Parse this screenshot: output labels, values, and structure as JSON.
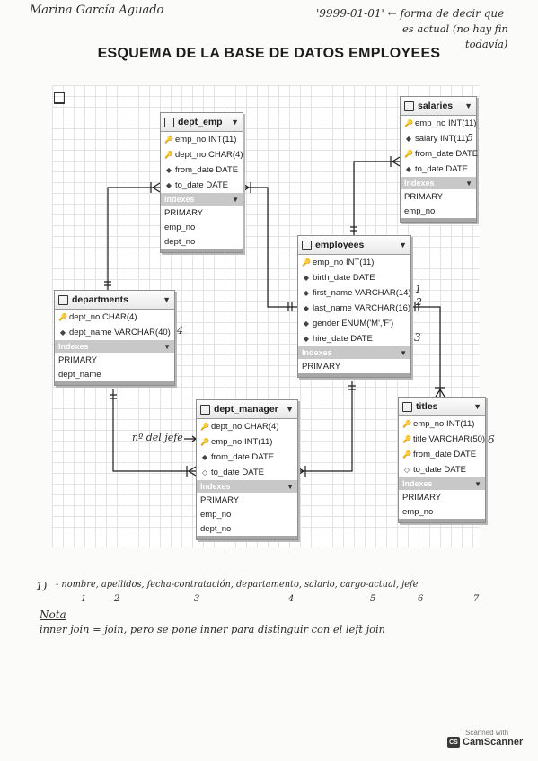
{
  "header": {
    "author": "Marina García Aguado",
    "date_note": "'9999-01-01' ← forma de decir que",
    "date_note_2": "es actual (no hay fin",
    "date_note_3": "todavía)"
  },
  "diagram": {
    "title": "ESQUEMA DE LA BASE DE DATOS EMPLOYEES",
    "indexes_label": "Indexes",
    "tables": {
      "dept_emp": {
        "name": "dept_emp",
        "columns": [
          {
            "icon": "key-icon",
            "glyph": "🔑",
            "text": "emp_no INT(11)"
          },
          {
            "icon": "key-icon",
            "glyph": "🔑",
            "text": "dept_no CHAR(4)"
          },
          {
            "icon": "diamond-icon",
            "glyph": "◆",
            "text": "from_date DATE"
          },
          {
            "icon": "diamond-icon",
            "glyph": "◆",
            "text": "to_date DATE"
          }
        ],
        "indexes": [
          "PRIMARY",
          "emp_no",
          "dept_no"
        ]
      },
      "salaries": {
        "name": "salaries",
        "columns": [
          {
            "icon": "key-icon",
            "glyph": "🔑",
            "text": "emp_no INT(11)"
          },
          {
            "icon": "diamond-icon",
            "glyph": "◆",
            "text": "salary INT(11)"
          },
          {
            "icon": "key-icon",
            "glyph": "🔑",
            "text": "from_date DATE"
          },
          {
            "icon": "diamond-icon",
            "glyph": "◆",
            "text": "to_date DATE"
          }
        ],
        "indexes": [
          "PRIMARY",
          "emp_no"
        ]
      },
      "employees": {
        "name": "employees",
        "columns": [
          {
            "icon": "key-icon",
            "glyph": "🔑",
            "text": "emp_no INT(11)"
          },
          {
            "icon": "diamond-icon",
            "glyph": "◆",
            "text": "birth_date DATE"
          },
          {
            "icon": "diamond-icon",
            "glyph": "◆",
            "text": "first_name VARCHAR(14)"
          },
          {
            "icon": "diamond-icon",
            "glyph": "◆",
            "text": "last_name VARCHAR(16)"
          },
          {
            "icon": "diamond-icon",
            "glyph": "◆",
            "text": "gender ENUM('M','F')"
          },
          {
            "icon": "diamond-icon",
            "glyph": "◆",
            "text": "hire_date DATE"
          }
        ],
        "indexes": [
          "PRIMARY"
        ]
      },
      "departments": {
        "name": "departments",
        "columns": [
          {
            "icon": "key-icon",
            "glyph": "🔑",
            "text": "dept_no CHAR(4)"
          },
          {
            "icon": "diamond-icon",
            "glyph": "◆",
            "text": "dept_name VARCHAR(40)"
          }
        ],
        "indexes": [
          "PRIMARY",
          "dept_name"
        ]
      },
      "dept_manager": {
        "name": "dept_manager",
        "columns": [
          {
            "icon": "key-icon",
            "glyph": "🔑",
            "text": "dept_no CHAR(4)"
          },
          {
            "icon": "key-icon",
            "glyph": "🔑",
            "text": "emp_no INT(11)"
          },
          {
            "icon": "diamond-icon",
            "glyph": "◆",
            "text": "from_date DATE"
          },
          {
            "icon": "diamond-outline-icon",
            "glyph": "◇",
            "text": "to_date DATE"
          }
        ],
        "indexes": [
          "PRIMARY",
          "emp_no",
          "dept_no"
        ]
      },
      "titles": {
        "name": "titles",
        "columns": [
          {
            "icon": "key-icon",
            "glyph": "🔑",
            "text": "emp_no INT(11)"
          },
          {
            "icon": "key-icon",
            "glyph": "🔑",
            "text": "title VARCHAR(50)"
          },
          {
            "icon": "key-icon",
            "glyph": "🔑",
            "text": "from_date DATE"
          },
          {
            "icon": "diamond-outline-icon",
            "glyph": "◇",
            "text": "to_date DATE"
          }
        ],
        "indexes": [
          "PRIMARY",
          "emp_no"
        ]
      }
    }
  },
  "handwritten_marks": {
    "salary_mark": "5",
    "first_name_mark": "1",
    "last_name_mark": "2",
    "hire_date_mark": "3",
    "dept_name_mark": "4",
    "title_mark": "6",
    "jefe_label": "nº del jefe"
  },
  "notes": {
    "item_number": "1)",
    "item_text": "- nombre, apellidos, fecha-contratación, departamento, salario, cargo-actual, jefe",
    "item_numbers": [
      "1",
      "2",
      "3",
      "4",
      "5",
      "6",
      "7"
    ],
    "nota_label": "Nota",
    "nota_text": "inner join = join, pero se pone inner para distinguir con el left join"
  },
  "scanner": {
    "scanned_with": "Scanned with",
    "logo": "CS",
    "brand": "CamScanner"
  }
}
